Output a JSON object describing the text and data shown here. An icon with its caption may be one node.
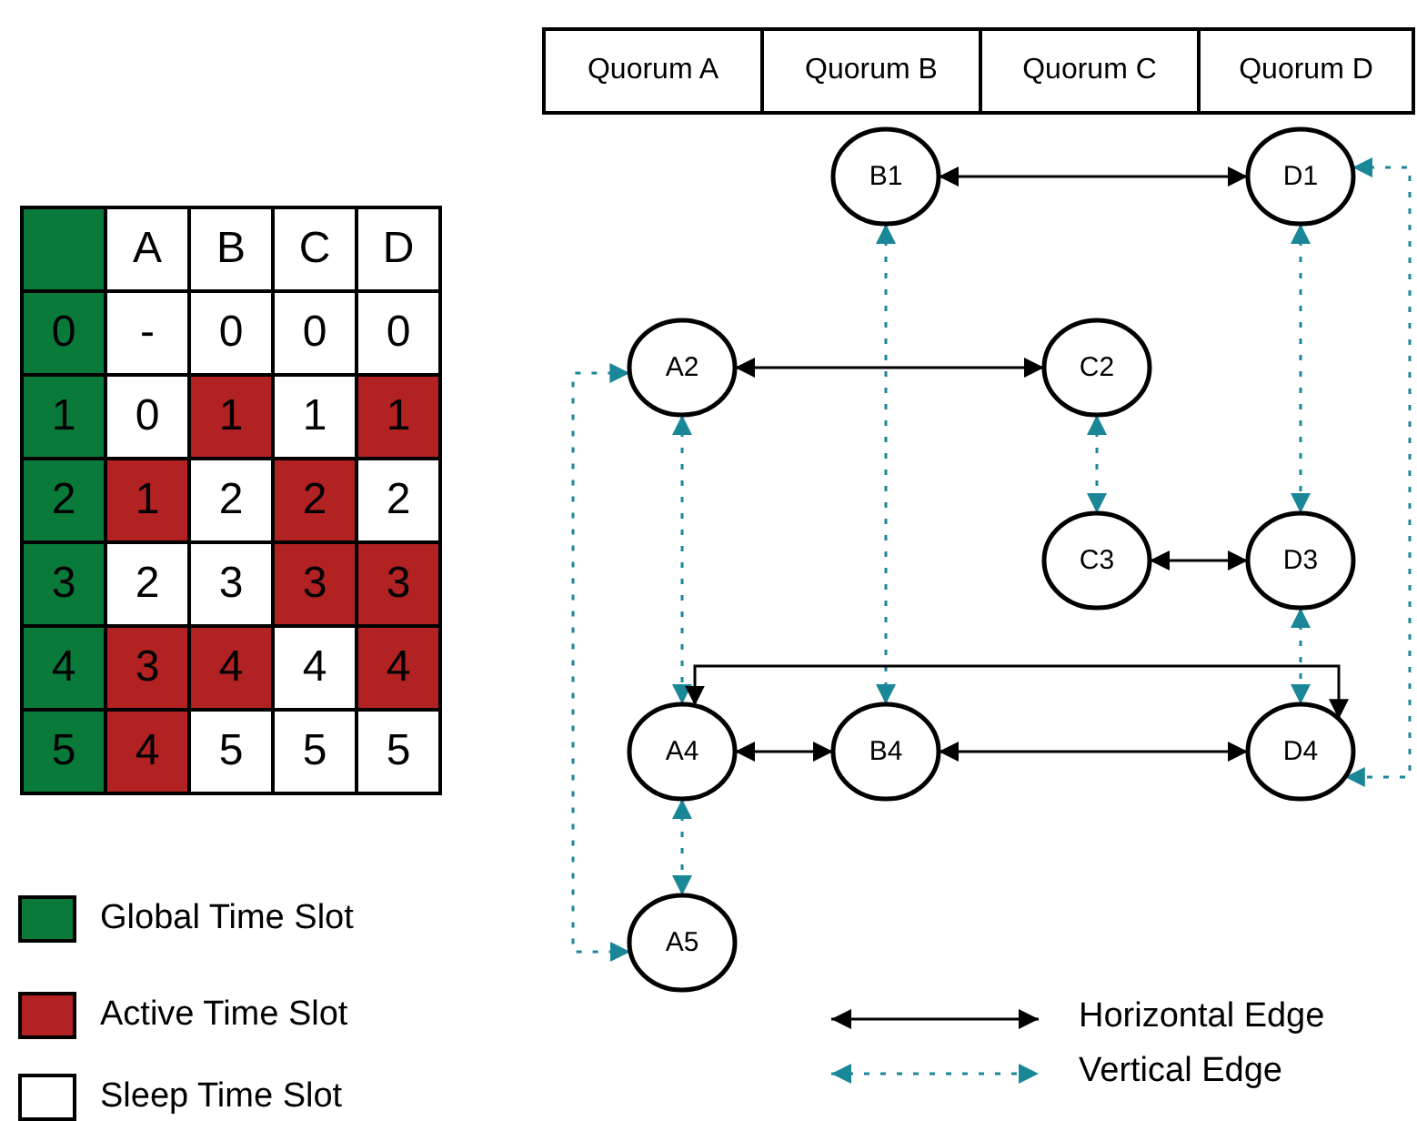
{
  "diagram": {
    "nodes": [
      {
        "text": [
          "B1"
        ]
      },
      {
        "text": [
          "D1"
        ]
      },
      {
        "text": [
          "A2"
        ]
      },
      {
        "text": [
          "C2"
        ]
      },
      {
        "text": [
          "C3"
        ]
      },
      {
        "text": [
          "D3"
        ]
      },
      {
        "text": [
          "A4"
        ]
      },
      {
        "text": [
          "B4"
        ]
      },
      {
        "text": [
          "D4"
        ]
      },
      {
        "text": [
          "A5"
        ]
      }
    ],
    "edges": [
      {
        "from": 0,
        "to": 1,
        "arrow": "both",
        "color": "#000000"
      },
      {
        "from": 2,
        "to": 3,
        "arrow": "both",
        "color": "#000000"
      },
      {
        "from": 0,
        "to": 7,
        "arrow": "both",
        "style": "dashed",
        "color": "#1a8799"
      },
      {
        "from": 1,
        "to": 5,
        "arrow": "both",
        "style": "dashed",
        "color": "#1a8799"
      },
      {
        "from": 2,
        "to": 6,
        "arrow": "both",
        "style": "dashed",
        "color": "#1a8799"
      },
      {
        "from": 3,
        "to": 4,
        "arrow": "both",
        "style": "dashed",
        "color": "#1a8799"
      },
      {
        "from": 4,
        "to": 5,
        "arrow": "both",
        "color": "#000000"
      },
      {
        "from": 5,
        "to": 8,
        "arrow": "both",
        "style": "dashed",
        "color": "#1a8799"
      },
      {
        "from": 6,
        "to": 8,
        "arrow": "both",
        "color": "#000000"
      },
      {
        "from": 6,
        "to": 7,
        "arrow": "both",
        "color": "#000000"
      },
      {
        "from": 7,
        "to": 8,
        "arrow": "both",
        "color": "#000000"
      },
      {
        "from": 6,
        "to": 9,
        "arrow": "both",
        "style": "dashed",
        "color": "#1a8799"
      },
      {
        "from": 2,
        "to": 9,
        "arrow": "both",
        "style": "dashed",
        "color": "#1a8799"
      },
      {
        "from": 1,
        "to": 8,
        "arrow": "both",
        "style": "dashed",
        "color": "#1a8799"
      }
    ],
    "labels": [
      "Quorum A",
      "Quorum B",
      "Quorum C",
      "Quorum D",
      "A",
      "B",
      "C",
      "D",
      "0",
      "-",
      "0",
      "0",
      "0",
      "1",
      "0",
      "1",
      "1",
      "1",
      "2",
      "1",
      "2",
      "2",
      "2",
      "3",
      "2",
      "3",
      "3",
      "3",
      "4",
      "3",
      "4",
      "4",
      "4",
      "5",
      "4",
      "5",
      "5",
      "5"
    ],
    "legend": [
      {
        "text": "Global Time Slot",
        "color": "#0a7a3a"
      },
      {
        "text": "Active Time Slot",
        "color": "#b22222"
      },
      {
        "text": "Sleep Time Slot",
        "color": "#ffffff"
      },
      {
        "text": "Horizontal Edge"
      },
      {
        "text": "Vertical Edge"
      }
    ]
  }
}
